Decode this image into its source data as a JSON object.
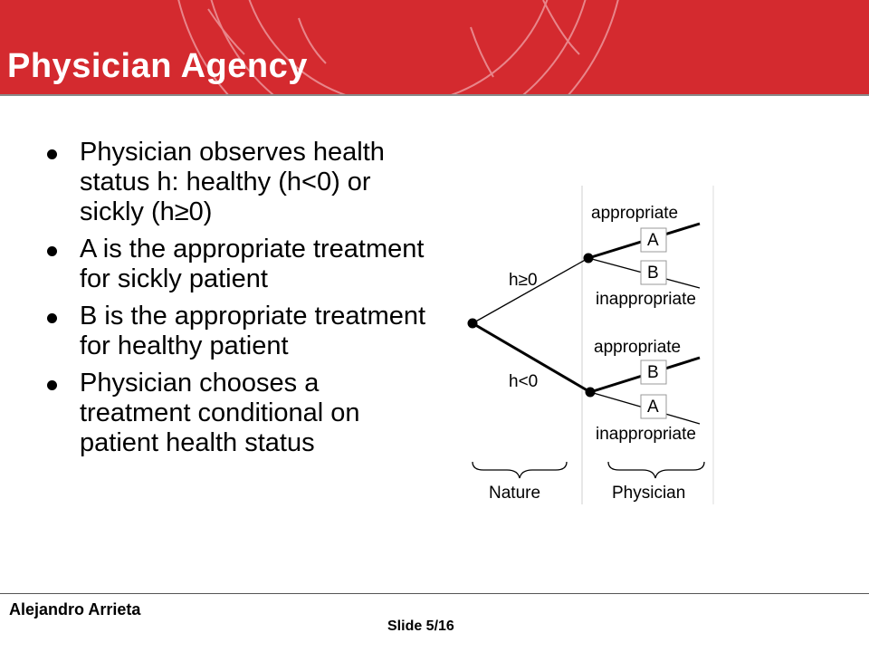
{
  "header": {
    "title": "Physician Agency",
    "background": "#d42a2f"
  },
  "bullets": [
    "Physician observes health status h: healthy (h<0) or sickly (h≥0)",
    "A is the appropriate treatment for sickly patient",
    "B is the appropriate treatment for healthy patient",
    "Physician chooses a treatment conditional on patient health status"
  ],
  "diagram": {
    "upper_branch": "h≥0",
    "lower_branch": "h<0",
    "upper_appropriate": "appropriate",
    "upper_inappropriate": "inappropriate",
    "lower_appropriate": "appropriate",
    "lower_inappropriate": "inappropriate",
    "upper_top_box": "A",
    "upper_bottom_box": "B",
    "lower_top_box": "B",
    "lower_bottom_box": "A",
    "nature_label": "Nature",
    "physician_label": "Physician"
  },
  "footer": {
    "author": "Alejandro Arrieta",
    "slide": "Slide 5/16"
  }
}
